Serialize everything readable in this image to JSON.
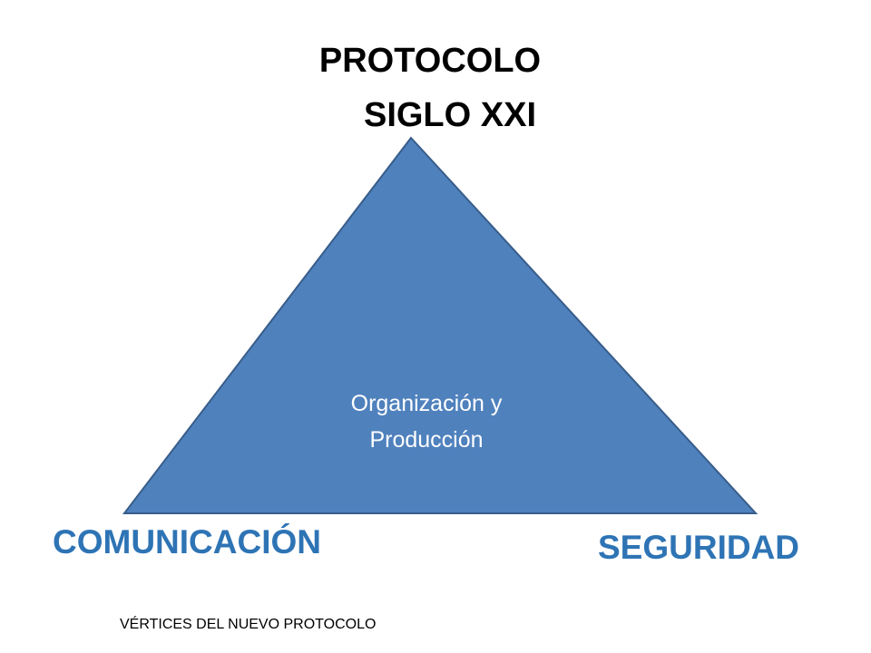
{
  "title": {
    "line1": "PROTOCOLO",
    "line2": "SIGLO XXI"
  },
  "triangle": {
    "label": "Organización y Producción",
    "label_line1": "Organización y",
    "label_line2": "Producción",
    "fill": "#4f81bd",
    "stroke": "#385d8a"
  },
  "vertices": {
    "left": "COMUNICACIÓN",
    "right": "SEGURIDAD",
    "color": "#2e74b5"
  },
  "footnote": "VÉRTICES DEL NUEVO PROTOCOLO"
}
